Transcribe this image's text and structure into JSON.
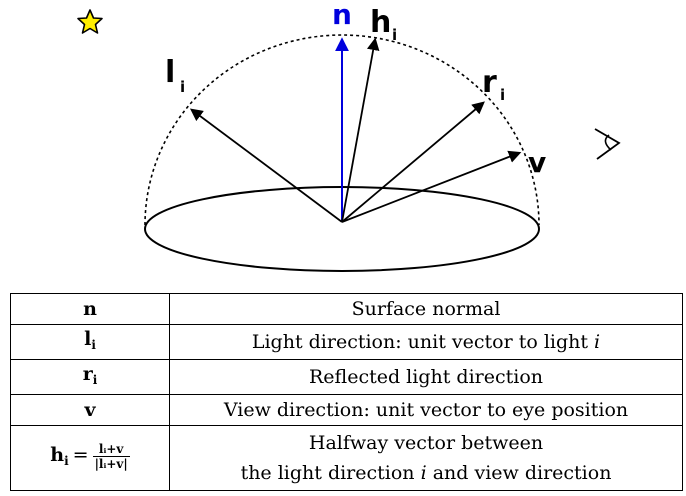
{
  "diagram": {
    "labels": {
      "n": "n",
      "h": "h",
      "h_sub": "i",
      "l": "l",
      "l_sub": "i",
      "r": "r",
      "r_sub": "i",
      "v": "v"
    },
    "colors": {
      "normal": "#0000dd",
      "vectors": "#000000",
      "star": "#ffee00"
    },
    "icons": [
      "star-icon",
      "eye-icon"
    ]
  },
  "legend": {
    "rows": [
      {
        "symbol": "n",
        "description": "Surface normal"
      },
      {
        "symbol": "l",
        "symbol_sub": "i",
        "description": "Light direction: unit vector to light ",
        "description_var": "i"
      },
      {
        "symbol": "r",
        "symbol_sub": "i",
        "description": "Reflected light direction"
      },
      {
        "symbol": "v",
        "description": "View direction: unit vector to eye position"
      },
      {
        "symbol": "h",
        "symbol_sub": "i",
        "formula_eq": "=",
        "formula_num": "lᵢ+v",
        "formula_den": "|lᵢ+v|",
        "description_line1": "Halfway vector between",
        "description_line2_pre": "the light direction ",
        "description_line2_var": "i",
        "description_line2_post": " and view direction"
      }
    ]
  }
}
